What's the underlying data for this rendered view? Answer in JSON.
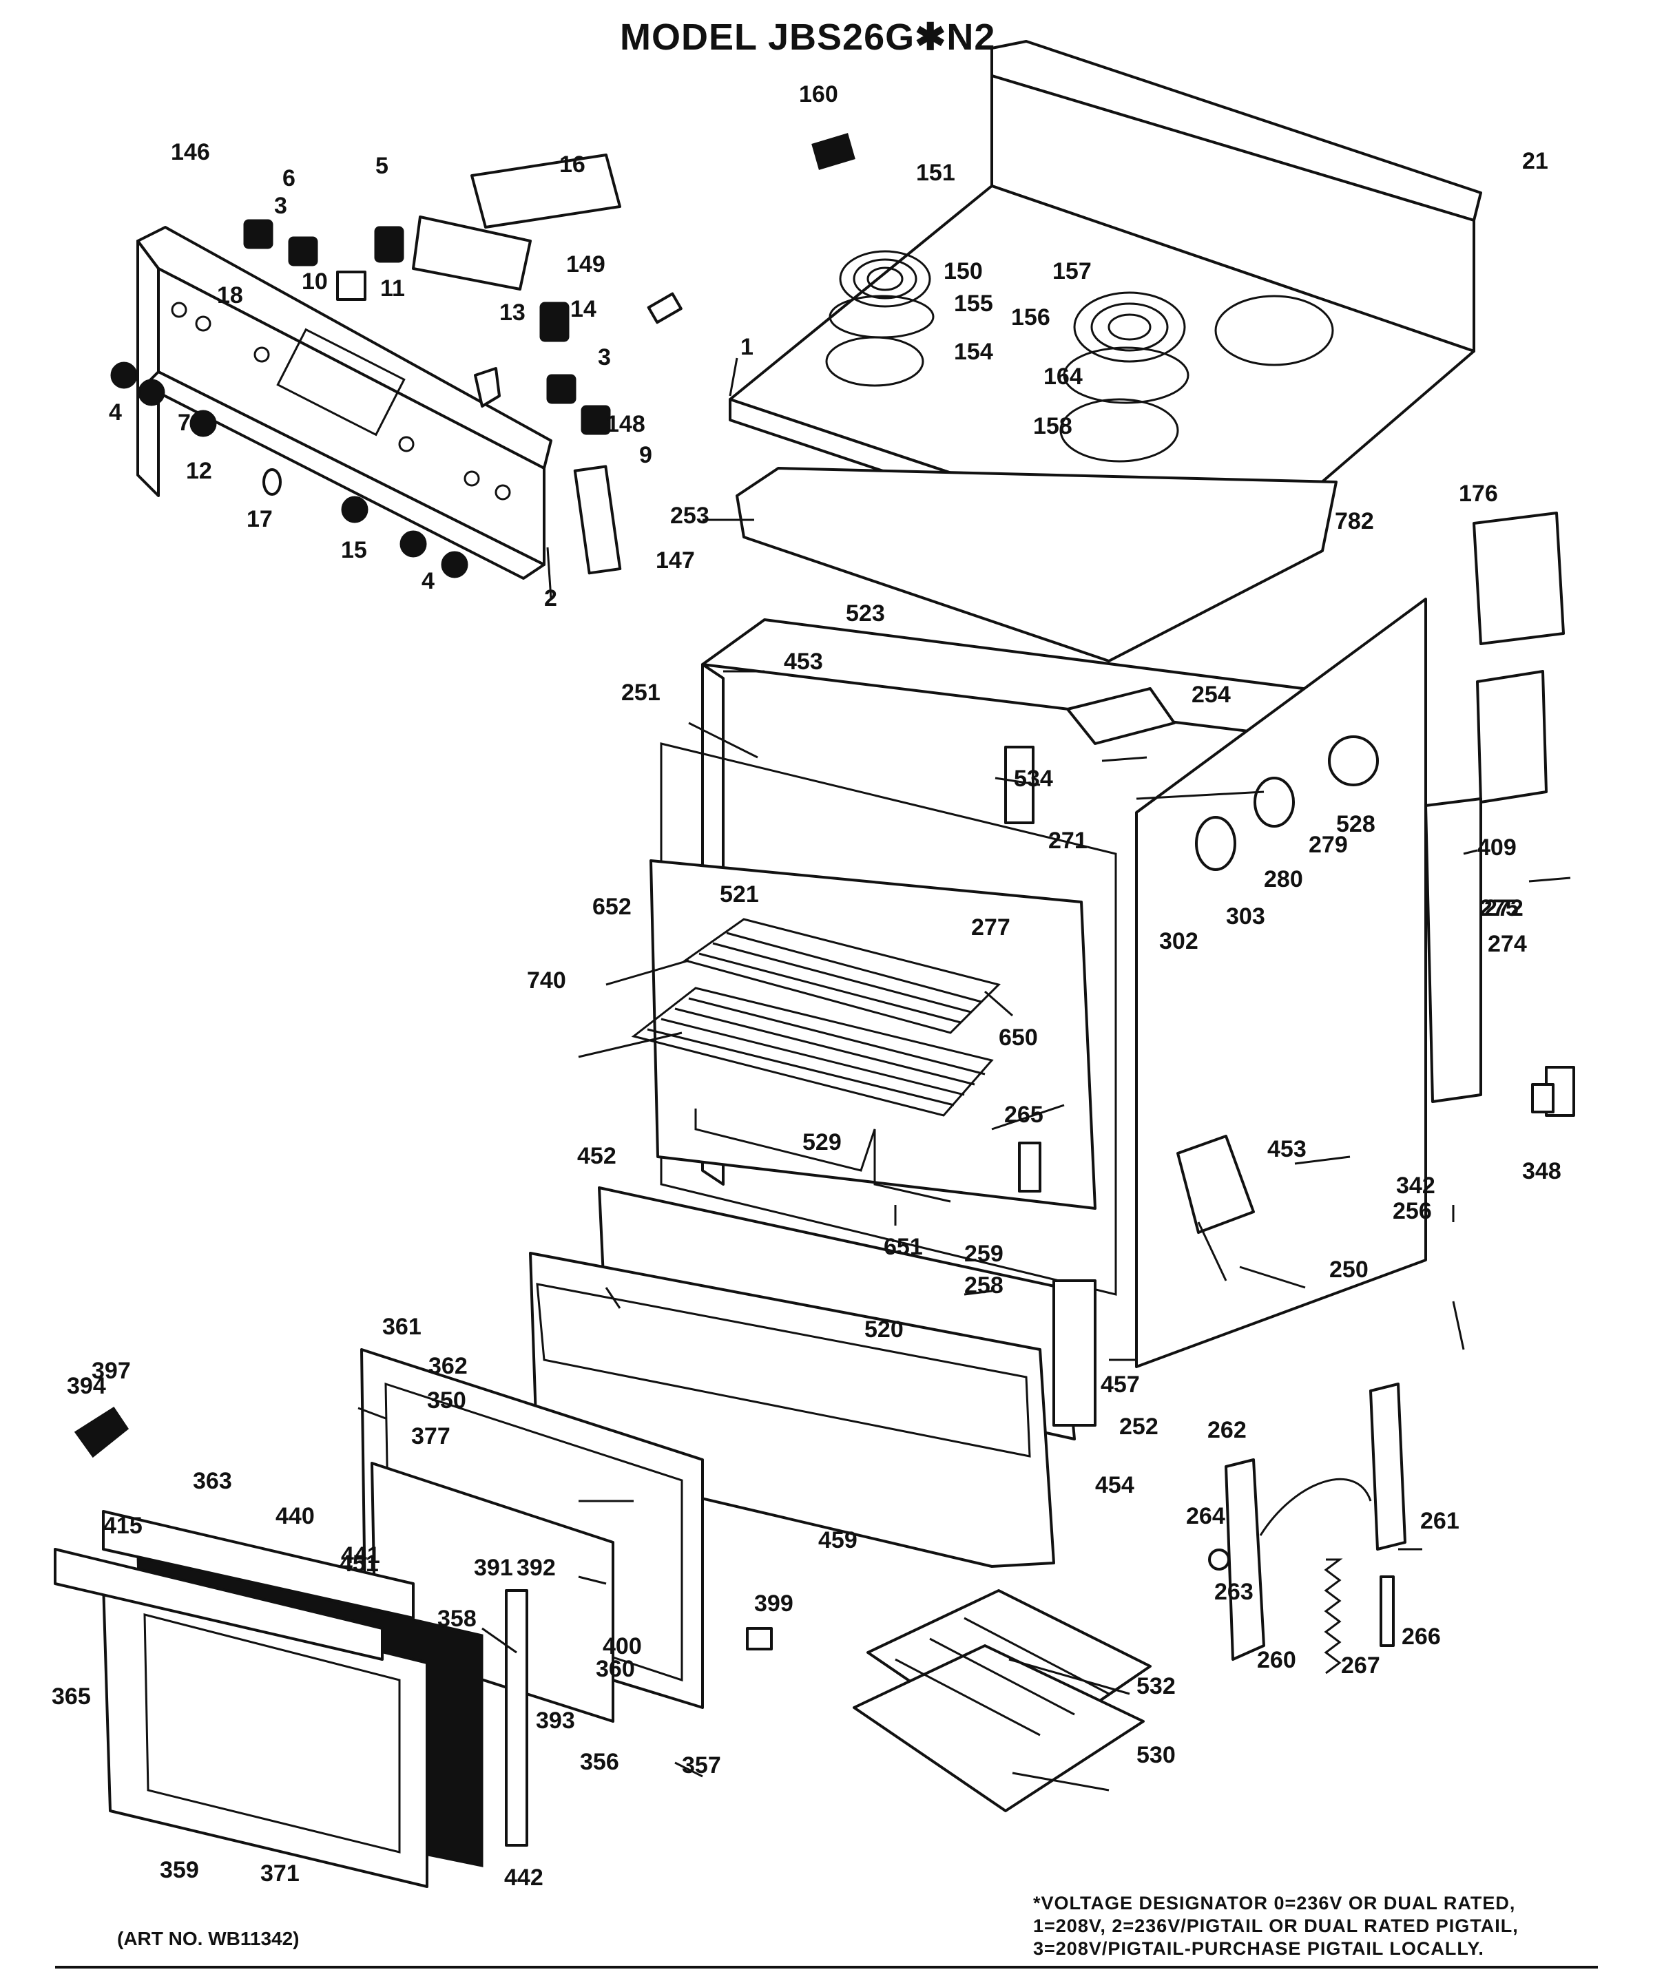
{
  "title": "MODEL JBS26G✱N2",
  "footnote": {
    "line1": "*VOLTAGE DESIGNATOR 0=236V OR DUAL RATED,",
    "line2": "1=208V, 2=236V/PIGTAIL OR DUAL RATED PIGTAIL,",
    "line3": "3=208V/PIGTAIL-PURCHASE PIGTAIL LOCALLY."
  },
  "art_number": "(ART NO. WB11342)",
  "callouts": [
    "1",
    "2",
    "3",
    "3",
    "4",
    "4",
    "5",
    "6",
    "7",
    "9",
    "10",
    "11",
    "12",
    "13",
    "14",
    "15",
    "16",
    "17",
    "18",
    "21",
    "146",
    "147",
    "148",
    "149",
    "150",
    "151",
    "154",
    "155",
    "156",
    "157",
    "158",
    "160",
    "164",
    "176",
    "250",
    "251",
    "252",
    "253",
    "254",
    "256",
    "258",
    "259",
    "260",
    "261",
    "262",
    "263",
    "264",
    "265",
    "266",
    "267",
    "271",
    "272",
    "274",
    "275",
    "277",
    "279",
    "280",
    "302",
    "303",
    "342",
    "348",
    "350",
    "356",
    "357",
    "358",
    "359",
    "360",
    "361",
    "362",
    "363",
    "365",
    "371",
    "377",
    "391",
    "392",
    "393",
    "394",
    "397",
    "399",
    "400",
    "409",
    "415",
    "440",
    "441",
    "442",
    "451",
    "452",
    "453",
    "453",
    "454",
    "457",
    "459",
    "520",
    "521",
    "523",
    "528",
    "529",
    "530",
    "532",
    "534",
    "650",
    "651",
    "652",
    "740",
    "782"
  ]
}
